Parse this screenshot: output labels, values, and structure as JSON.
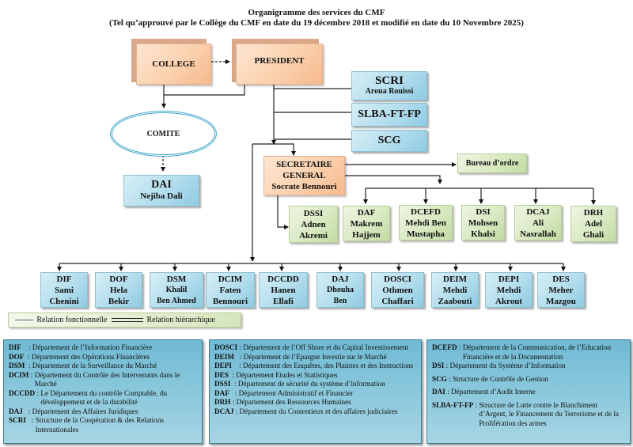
{
  "header": {
    "title": "Organigramme des services du CMF",
    "subtitle": "(Tel qu’approuvé par le Collège du CMF en date du 19 décembre 2018 et modifié en date du 10 Novembre 2025)"
  },
  "top": {
    "college": "COLLEGE",
    "president": "PRESIDENT",
    "comite": "COMITE"
  },
  "dai": {
    "code": "DAI",
    "name": "Nejiba Dali"
  },
  "side_units": [
    {
      "code": "SCRI",
      "name": "Aroua Rouissi"
    },
    {
      "code": "SLBA-FT-FP",
      "name": ""
    },
    {
      "code": "SCG",
      "name": ""
    }
  ],
  "secretaire": {
    "line1": "SECRETAIRE",
    "line2": "GENERAL",
    "name": "Socrate Bennouri"
  },
  "bureau": "Bureau d’ordre",
  "sg_units": [
    {
      "code": "DSSI",
      "l1": "Adnen",
      "l2": "Akremi"
    },
    {
      "code": "DAF",
      "l1": "Makrem",
      "l2": "Hajjem"
    },
    {
      "code": "DCEFD",
      "l1": "Mehdi Ben",
      "l2": "Mustapha"
    },
    {
      "code": "DSI",
      "l1": "Mohsen",
      "l2": "Khalsi"
    },
    {
      "code": "DCAJ",
      "l1": "Ali",
      "l2": "Nasrallah"
    },
    {
      "code": "DRH",
      "l1": "Adel",
      "l2": "Ghali"
    }
  ],
  "departments": [
    {
      "code": "DIF",
      "l1": "Sami",
      "l2": "Chenini"
    },
    {
      "code": "DOF",
      "l1": "Hela",
      "l2": "Bekir"
    },
    {
      "code": "DSM",
      "l1": "Khalil",
      "l2": "Ben Ahmed"
    },
    {
      "code": "DCIM",
      "l1": "Faten",
      "l2": "Bennouri"
    },
    {
      "code": "DCCDD",
      "l1": "Hanen",
      "l2": "Ellafi"
    },
    {
      "code": "DAJ",
      "l1": "Dhouha",
      "l2": "Ben"
    },
    {
      "code": "DOSCI",
      "l1": "Othmen",
      "l2": "Chaffari"
    },
    {
      "code": "DEIM",
      "l1": "Mehdi",
      "l2": "Zaabouti"
    },
    {
      "code": "DEPI",
      "l1": "Mehdi",
      "l2": "Akrout"
    },
    {
      "code": "DES",
      "l1": "Meher",
      "l2": "Mazgou"
    }
  ],
  "legend": {
    "functional_marker": "-------",
    "functional": "Relation fonctionnelle",
    "hierarchical": "Relation hiérarchique"
  },
  "abbreviations": {
    "col1": [
      {
        "k": "DIF",
        "sep": "    : ",
        "v": "Département de l’Information Financière"
      },
      {
        "k": "DOF",
        "sep": "  : ",
        "v": "Département des Opérations Financières"
      },
      {
        "k": "DSM",
        "sep": "  : ",
        "v": "Département de la Surveillance du Marché"
      },
      {
        "k": "DCIM",
        "sep": " : ",
        "v": "Département du Contrôle des Intervenants dans le Marché"
      },
      {
        "k": "DCCDD",
        "sep": " : ",
        "v": "Le Département du contrôle Comptable, du développement et de la durabilité"
      },
      {
        "k": "DAJ",
        "sep": "   : ",
        "v": "Département des Affaires Juridiques"
      },
      {
        "k": "SCRI",
        "sep": "   : ",
        "v": "Structure de la Coopération & des Relations Internationales"
      }
    ],
    "col2": [
      {
        "k": "DOSCI",
        "sep": " : ",
        "v": "Département de l’Off Shore et du Capital Investissement"
      },
      {
        "k": "DEIM",
        "sep": "   : ",
        "v": "Département de l’Epargne Investie sur le Marché"
      },
      {
        "k": "DEPI",
        "sep": "    : ",
        "v": "Département des Enquêtes, des Plaintes et des Instructions"
      },
      {
        "k": "DES",
        "sep": "  : ",
        "v": "Département Etudes et Statistiques"
      },
      {
        "k": "DSSI",
        "sep": "  : ",
        "v": "Département de sécurité du système d’information"
      },
      {
        "k": "DAF",
        "sep": "   : ",
        "v": "Département Administratif et Financier"
      },
      {
        "k": "DRH",
        "sep": " : ",
        "v": "Département des Ressources Humaines"
      },
      {
        "k": "DCAJ",
        "sep": " : ",
        "v": "Département du Contentieux et des affaires judiciaires"
      }
    ],
    "col3": [
      {
        "k": "DCEFD",
        "sep": " : ",
        "v": "Département de la Communication, de l’Education Financière et de la Documentation"
      },
      {
        "k": "DSI",
        "sep": " : ",
        "v": "Département du Système d’Information"
      },
      {
        "k": "SCG",
        "sep": " : ",
        "v": "Structure de Contrôle de Gestion"
      },
      {
        "k": "DAI",
        "sep": " : ",
        "v": "Département d’Audit Interne"
      },
      {
        "k": "SLBA-FT-FP",
        "sep": " : ",
        "v": "Structure de Lutte contre le Blanchiment d’Argent, le Financement du Terrorisme et de la  Prolifération des armes"
      }
    ]
  }
}
